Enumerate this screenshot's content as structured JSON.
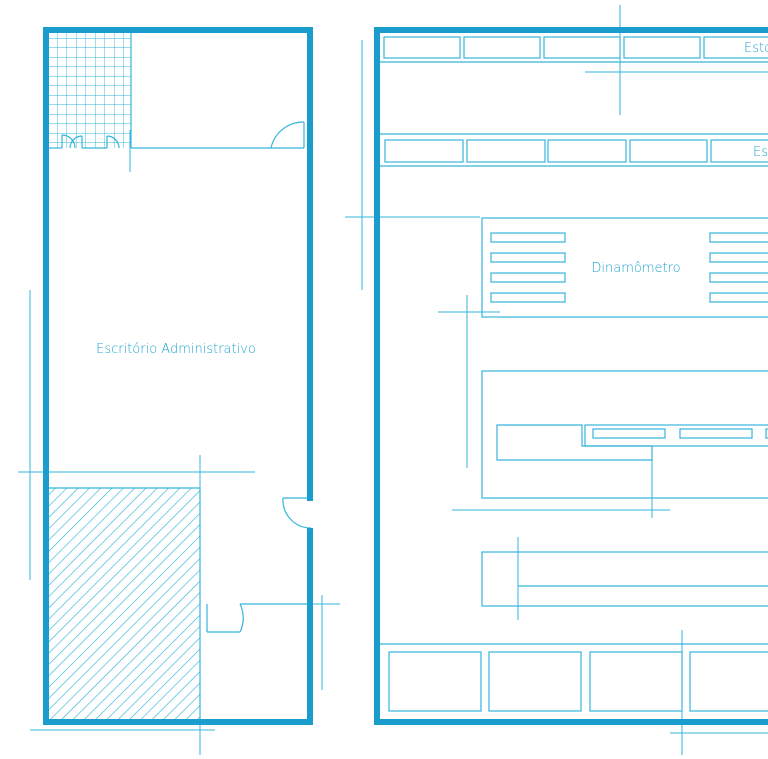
{
  "colors": {
    "wall": "#1a9dcc",
    "line": "#35b4db",
    "background": "#ffffff"
  },
  "rooms": {
    "office": "Escritório Administrativo",
    "dyno": "Dinamômetro",
    "storage_top": "Esto",
    "storage_mid": "Es"
  }
}
